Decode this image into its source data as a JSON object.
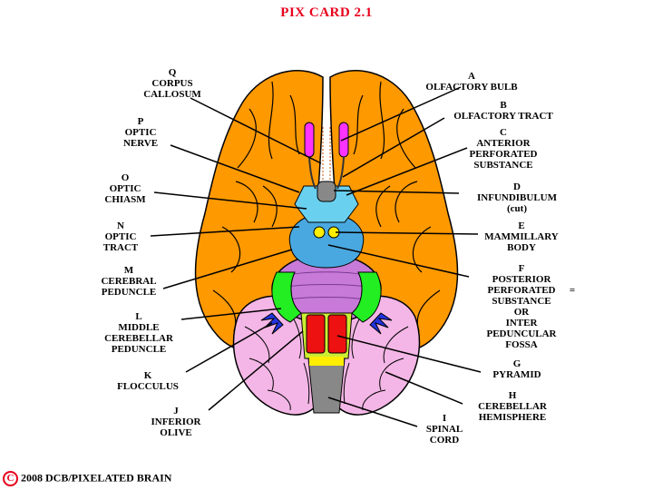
{
  "title": "PIX CARD 2.1",
  "footer": {
    "symbol": "C",
    "text": "2008  DCB/PIXELATED BRAIN"
  },
  "colors": {
    "cerebrum": "#ff9900",
    "cerebellum": "#f4b6e6",
    "pons": "#c87ad8",
    "peduncle": "#4aa8e0",
    "chiasm": "#6ad0f0",
    "pyramid": "#ee1111",
    "olive": "#ccee33",
    "middle_peduncle": "#22ee22",
    "flocculus": "#2233dd",
    "spinal_cord": "#888888",
    "olfactory_bulb": "#ff33ff",
    "title": "#e8001c"
  },
  "labels": {
    "A": {
      "letter": "A",
      "text": "OLFACTORY BULB"
    },
    "B": {
      "letter": "B",
      "text": "OLFACTORY TRACT"
    },
    "C": {
      "letter": "C",
      "l1": "ANTERIOR",
      "l2": "PERFORATED",
      "l3": "SUBSTANCE"
    },
    "D": {
      "letter": "D",
      "text": "INFUNDIBULUM",
      "note": "(cut)"
    },
    "E": {
      "letter": "E",
      "l1": "MAMMILLARY",
      "l2": "BODY"
    },
    "F": {
      "letter": "F",
      "l1": "POSTERIOR",
      "l2": "PERFORATED",
      "eq": "=",
      "l3": "SUBSTANCE",
      "l4": "OR",
      "l5": "INTER",
      "l6": "PEDUNCULAR",
      "l7": "FOSSA"
    },
    "G": {
      "letter": "G",
      "text": "PYRAMID"
    },
    "H": {
      "letter": "H",
      "l1": "CEREBELLAR",
      "l2": "HEMISPHERE"
    },
    "I": {
      "letter": "I",
      "l1": "SPINAL",
      "l2": "CORD"
    },
    "J": {
      "letter": "J",
      "l1": "INFERIOR",
      "l2": "OLIVE"
    },
    "K": {
      "letter": "K",
      "text": "FLOCCULUS"
    },
    "L": {
      "letter": "L",
      "l1": "MIDDLE",
      "l2": "CEREBELLAR",
      "l3": "PEDUNCLE"
    },
    "M": {
      "letter": "M",
      "l1": "CEREBRAL",
      "l2": "PEDUNCLE"
    },
    "N": {
      "letter": "N",
      "l1": "OPTIC",
      "l2": "TRACT"
    },
    "O": {
      "letter": "O",
      "l1": "OPTIC",
      "l2": "CHIASM"
    },
    "P": {
      "letter": "P",
      "l1": "OPTIC",
      "l2": "NERVE"
    },
    "Q": {
      "letter": "Q",
      "l1": "CORPUS",
      "l2": "CALLOSUM"
    }
  }
}
